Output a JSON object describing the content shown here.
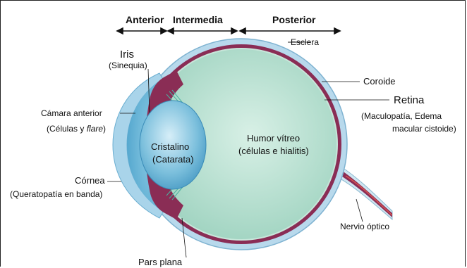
{
  "zones": {
    "anterior": "Anterior",
    "intermedia": "Intermedia",
    "posterior": "Posterior"
  },
  "labels": {
    "iris": "Iris",
    "iris_sub": "(Sinequia)",
    "esclera": "Esclera",
    "coroide": "Coroide",
    "retina": "Retina",
    "retina_sub1": "(Maculopatía, Edema",
    "retina_sub2": "macular cistoide)",
    "camara": "Cámara anterior",
    "camara_sub_a": "(Células y ",
    "camara_sub_b": "flare",
    "camara_sub_c": ")",
    "cornea": "Córnea",
    "cornea_sub": "(Queratopatía en banda)",
    "cristalino": "Cristalino",
    "cristalino_sub": "(Catarata)",
    "humor": "Humor vítreo",
    "humor_sub": "(células e hialitis)",
    "nervio": "Nervio óptico",
    "pars": "Pars plana"
  },
  "colors": {
    "vitreous": "#b9e3d2",
    "sclera_blue": "#a9cfe6",
    "choroid": "#8a2d55",
    "lens": "#5aaed0",
    "cornea": "#7cc0de"
  }
}
